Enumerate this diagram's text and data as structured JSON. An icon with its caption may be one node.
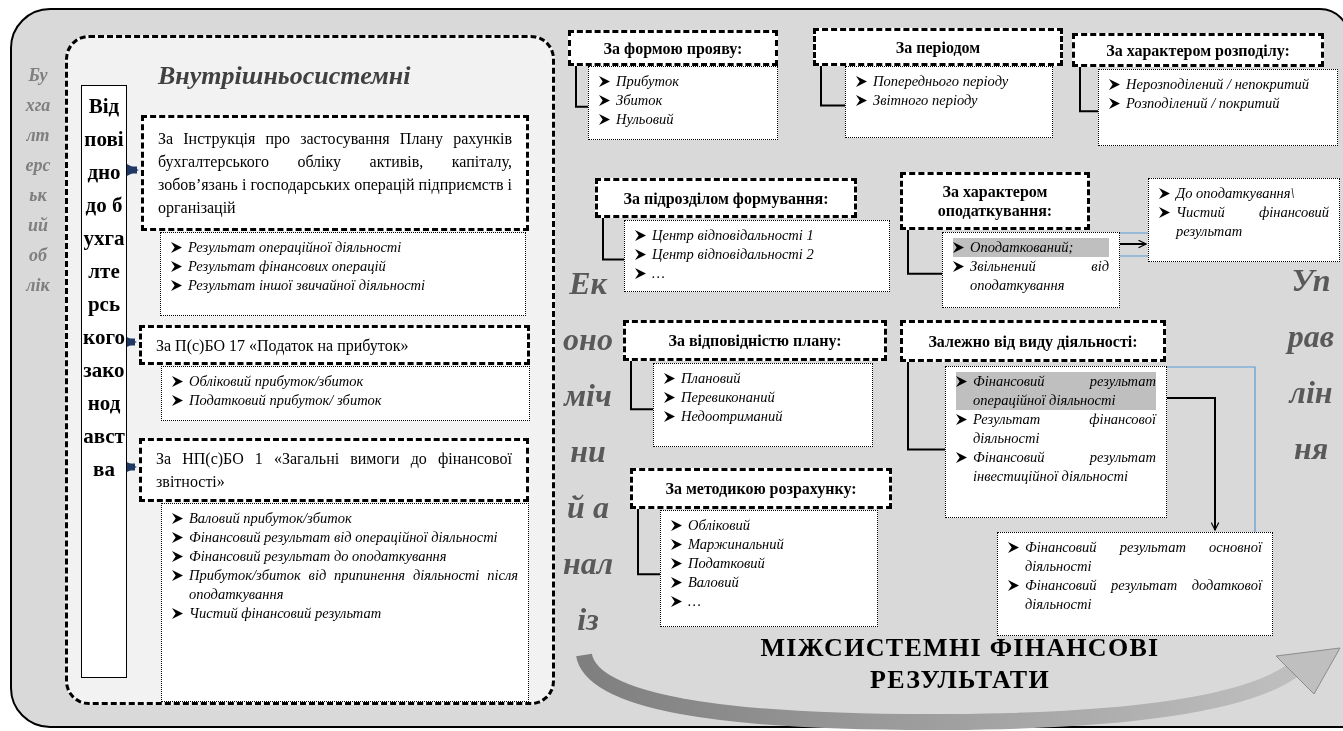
{
  "diagram": {
    "title": "МІЖСИСТЕМНІ ФІНАНСОВІ РЕЗУЛЬТАТИ",
    "nodes": [
      {
        "text": [
          "Внутрішньосистемні"
        ]
      },
      {
        "text": [
          "Відповідно до бухгалтерського законодавства"
        ],
        "in": 0
      },
      {
        "text": [
          "За Інструкція про застосування Плану рахунків бухгалтерського обліку активів, капіталу, зобов’язань і господарських операцій підприємств і організацій"
        ],
        "in": 0
      },
      {
        "text": [
          "Результат операційної діяльності",
          "Результат фінансових операцій",
          "Результат іншої звичайної діяльності"
        ],
        "in": 0
      },
      {
        "text": [
          "За П(с)БО 17 «Податок на прибуток»"
        ],
        "in": 0
      },
      {
        "text": [
          "Обліковий прибуток/збиток",
          "Податковий прибуток/ збиток"
        ],
        "in": 0
      },
      {
        "text": [
          "За НП(с)БО 1 «Загальні вимоги до фінансової звітності»"
        ],
        "in": 0
      },
      {
        "text": [
          "Валовий прибуток/збиток",
          "Фінансовий результат від операційної діяльності",
          "Фінансовий результат до оподаткування",
          "Прибуток/збиток від припинення діяльності після оподаткування",
          "Чистий фінансовий результат"
        ],
        "in": 0
      },
      {
        "text": [
          "За формою прояву:"
        ]
      },
      {
        "text": [
          "Прибуток",
          "Збиток",
          "Нульовий"
        ]
      },
      {
        "text": [
          "За періодом"
        ]
      },
      {
        "text": [
          "Попереднього періоду",
          "Звітного періоду"
        ]
      },
      {
        "text": [
          "За характером розподілу:"
        ]
      },
      {
        "text": [
          "Нерозподілений / непокритий",
          "Розподілений / покритий"
        ]
      },
      {
        "text": [
          "За підрозділом формування:"
        ]
      },
      {
        "text": [
          "Центр відповідальності 1",
          "Центр відповідальності 2",
          "…"
        ]
      },
      {
        "text": [
          "За характером оподаткування:"
        ]
      },
      {
        "text": [
          "Оподаткований;",
          "Звільнений від оподаткування"
        ]
      },
      {
        "text": [
          "До оподаткування\\",
          "Чистий фінансовий результат"
        ]
      },
      {
        "text": [
          "Залежно від виду діяльності:"
        ]
      },
      {
        "text": [
          "Фінансовий результат операційної діяльності",
          "Результат фінансової діяльності",
          "Фінансовий результат інвестиційної діяльності"
        ]
      },
      {
        "text": [
          "Фінансовий результат основної діяльності",
          "Фінансовий результат додаткової діяльності"
        ]
      },
      {
        "text": [
          "За відповідністю плану:"
        ]
      },
      {
        "text": [
          "Плановий",
          "Перевиконаний",
          "Недоотриманий"
        ]
      },
      {
        "text": [
          "За методикою розрахунку:"
        ]
      },
      {
        "text": [
          "Обліковий",
          "Маржинальний",
          "Податковий",
          "Валовий",
          "…"
        ]
      }
    ],
    "edges": [
      {
        "from": 1,
        "to": 2,
        "arrow": "to",
        "style": "thick",
        "color": "#1f3864"
      },
      {
        "from": 1,
        "to": 4,
        "arrow": "to",
        "style": "thick",
        "color": "#1f3864"
      },
      {
        "from": 1,
        "to": 6,
        "arrow": "to",
        "style": "thick",
        "color": "#1f3864"
      },
      {
        "from": 8,
        "to": 9,
        "arrow": "none"
      },
      {
        "from": 10,
        "to": 11,
        "arrow": "none"
      },
      {
        "from": 12,
        "to": 13,
        "arrow": "none"
      },
      {
        "from": 14,
        "to": 15,
        "arrow": "none"
      },
      {
        "from": 16,
        "to": 17,
        "arrow": "none"
      },
      {
        "from": 19,
        "to": 20,
        "arrow": "none"
      },
      {
        "from": 22,
        "to": 23,
        "arrow": "none"
      },
      {
        "from": 24,
        "to": 25,
        "arrow": "none"
      },
      {
        "from": 17,
        "to": 18,
        "arrow": "to"
      },
      {
        "from": 17,
        "to": 18,
        "arrow": "none",
        "color": "#5b9bd5"
      },
      {
        "from": 20,
        "to": 21,
        "arrow": "to"
      },
      {
        "from": 20,
        "to": 21,
        "arrow": "none",
        "color": "#5b9bd5"
      }
    ],
    "labels": [
      "Бухгалтерський облік",
      "Економічний аналіз",
      "Управління"
    ]
  }
}
